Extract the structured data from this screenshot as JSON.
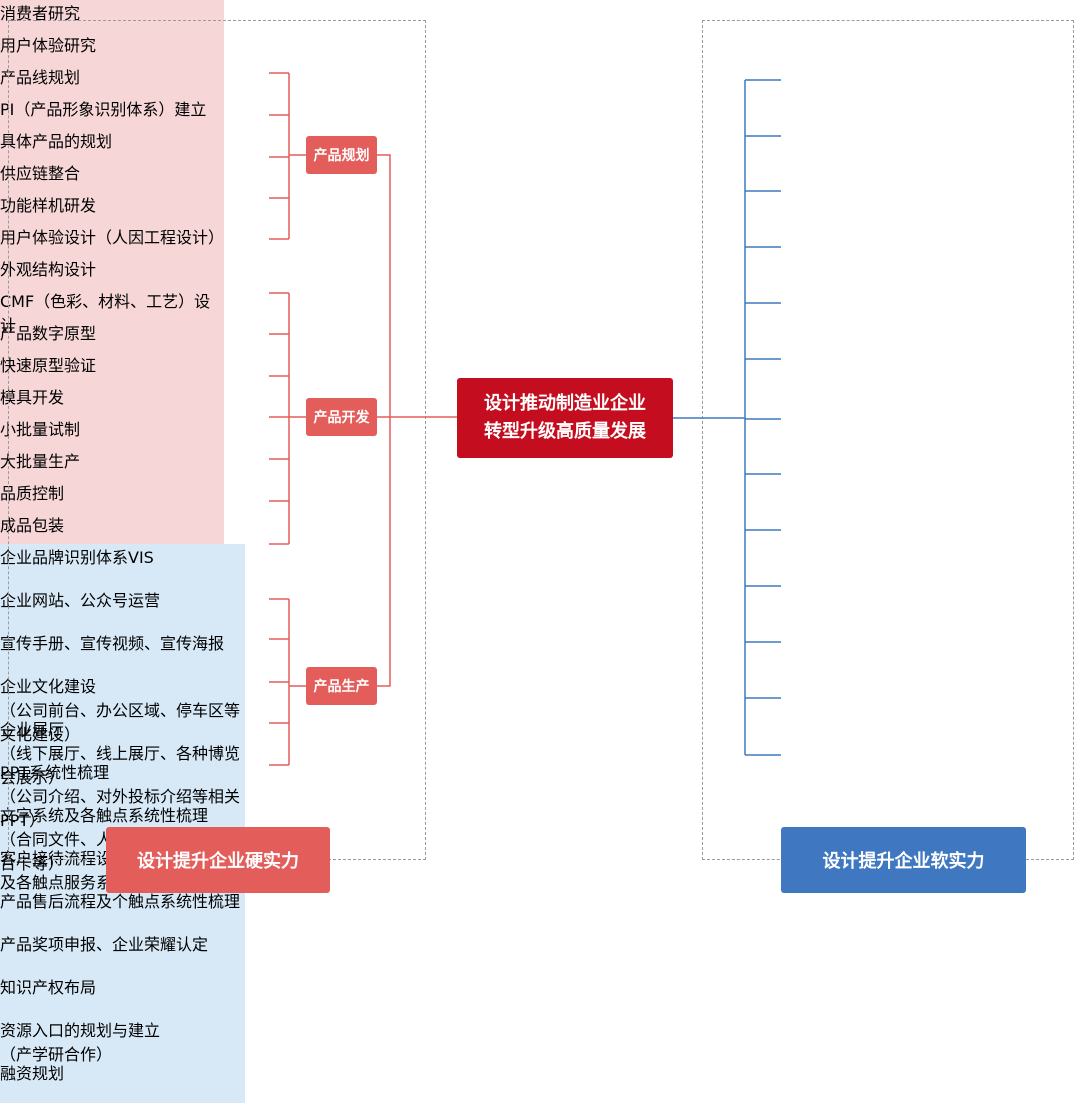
{
  "center": {
    "text": "设计推动制造业企业\n转型升级高质量发展"
  },
  "left": {
    "groups": [
      {
        "category": "产品规划",
        "items": [
          "消费者研究",
          "用户体验研究",
          "产品线规划",
          "PI（产品形象识别体系）建立",
          "具体产品的规划"
        ]
      },
      {
        "category": "产品开发",
        "items": [
          "供应链整合",
          "功能样机研发",
          "用户体验设计（人因工程设计）",
          "外观结构设计",
          "CMF（色彩、材料、工艺）设计",
          "产品数字原型",
          "快速原型验证"
        ]
      },
      {
        "category": "产品生产",
        "items": [
          "模具开发",
          "小批量试制",
          "大批量生产",
          "品质控制",
          "成品包装"
        ]
      }
    ],
    "footer": "设计提升企业硬实力"
  },
  "right": {
    "items": [
      "企业品牌识别体系VIS",
      "企业网站、公众号运营",
      "宣传手册、宣传视频、宣传海报",
      "企业文化建设\n（公司前台、办公区域、停车区等文化建设）",
      "企业展厅\n（线下展厅、线上展厅、各种博览会展示）",
      "PPT系统性梳理\n（公司介绍、对外投标介绍等相关PPT）",
      "文字系统及各触点系统性梳理\n（合同文件、人事行政通知文件、台卡等）",
      "客户接待流程设计\n及各触点服务系统设计",
      "产品售后流程及个触点系统性梳理",
      "产品奖项申报、企业荣耀认定",
      "知识产权布局",
      "资源入口的规划与建立\n（产学研合作）",
      "融资规划"
    ],
    "footer": "设计提升企业软实力"
  },
  "colors": {
    "left_line": "#e35d5b",
    "right_line": "#3f78c0",
    "center": "#c40d1e",
    "left_item_bg": "#f6d6d6",
    "right_item_bg": "#d7e9f7"
  }
}
